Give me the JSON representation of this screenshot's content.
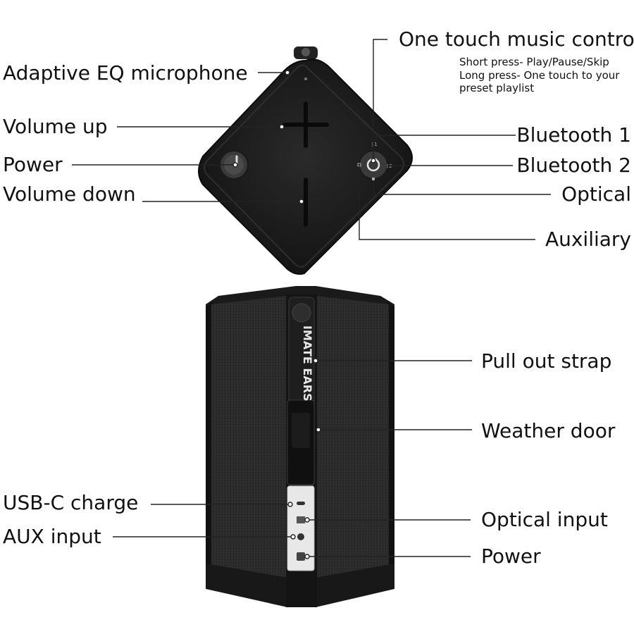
{
  "top_labels": {
    "adaptive_eq_microphone": "Adaptive EQ microphone",
    "volume_up": "Volume up",
    "power": "Power",
    "volume_down": "Volume down",
    "one_touch_music_control": "One touch music control",
    "short_press": "Short press- Play/Pause/Skip",
    "long_press": "Long press- One touch to your",
    "long_press_cont": "preset playlist",
    "bluetooth_1": "Bluetooth 1",
    "bluetooth_2": "Bluetooth 2",
    "optical": "Optical",
    "auxiliary": "Auxiliary"
  },
  "bottom_labels": {
    "pull_out_strap": "Pull out strap",
    "weather_door": "Weather door",
    "usb_c_charge": "USB-C charge",
    "optical_input": "Optical input",
    "aux_input": "AUX input",
    "power": "Power"
  },
  "strap_text": "IMATE EARS",
  "colors": {
    "speaker_body": "#1c1c1c",
    "fabric": "#2b2b2b",
    "port_panel": "#e8e8e8",
    "leader_line": "#222222"
  }
}
